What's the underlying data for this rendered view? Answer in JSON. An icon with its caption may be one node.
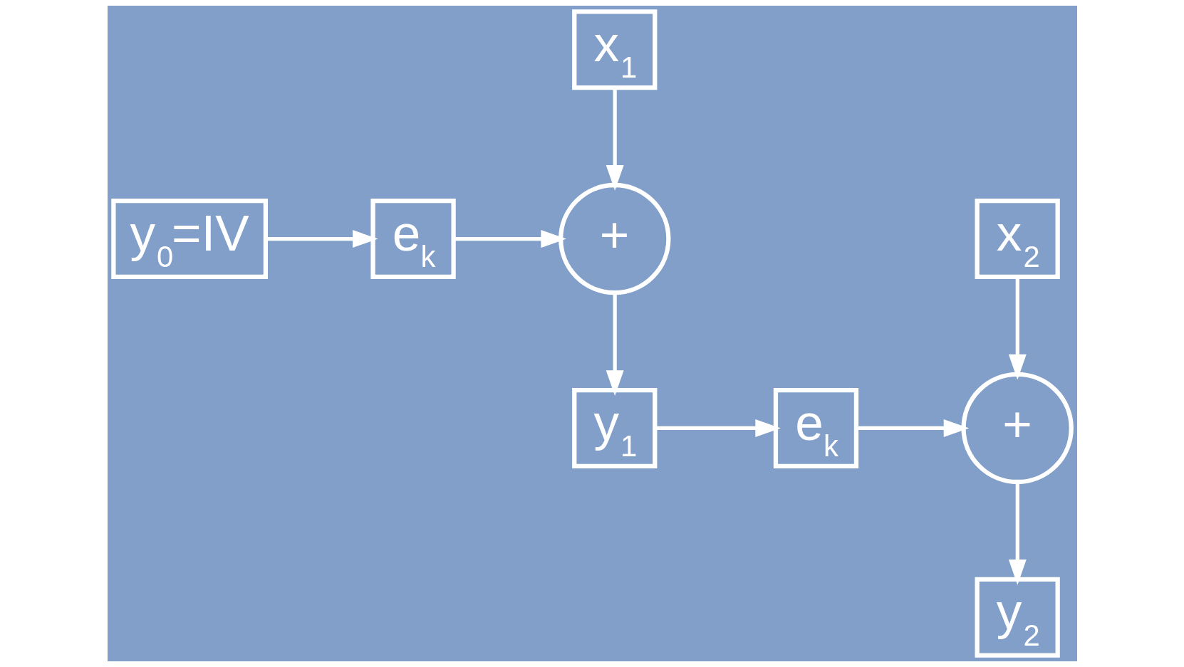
{
  "diagram": {
    "nodes": [
      {
        "text": [
          "y$_{0}$=IV"
        ]
      },
      {
        "text": [
          "e$_{k}$"
        ]
      },
      {
        "text": [
          "x$_{1}$"
        ]
      },
      {
        "text": [
          "+"
        ]
      },
      {
        "text": [
          "y$_{1}$"
        ]
      },
      {
        "text": [
          "e$_{k}$"
        ]
      },
      {
        "text": [
          "x$_{2}$"
        ]
      },
      {
        "text": [
          "+"
        ]
      },
      {
        "text": [
          "y$_{2}$"
        ]
      }
    ],
    "edges": [
      {
        "from": 0,
        "to": 1,
        "arrow": "to"
      },
      {
        "from": 1,
        "to": 3,
        "arrow": "to"
      },
      {
        "from": 2,
        "to": 3,
        "arrow": "to"
      },
      {
        "from": 3,
        "to": 4,
        "arrow": "to"
      },
      {
        "from": 4,
        "to": 5,
        "arrow": "to"
      },
      {
        "from": 5,
        "to": 7,
        "arrow": "to"
      },
      {
        "from": 6,
        "to": 7,
        "arrow": "to"
      },
      {
        "from": 7,
        "to": 8,
        "arrow": "to"
      }
    ]
  }
}
